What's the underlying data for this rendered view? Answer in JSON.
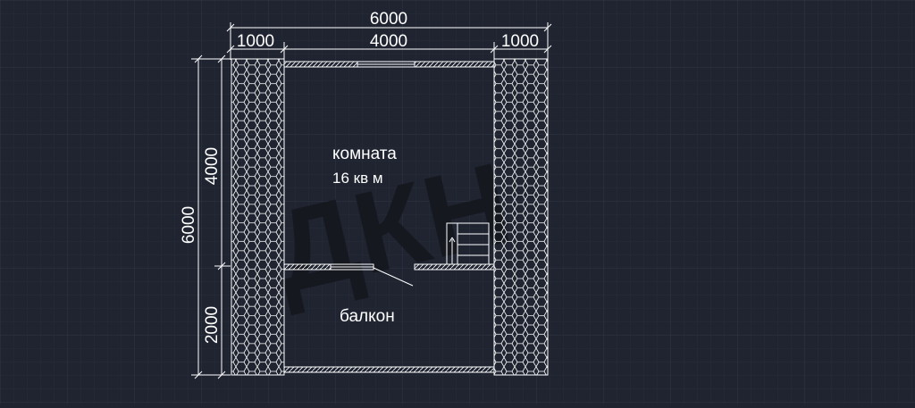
{
  "drawing": {
    "dimensions": {
      "overall_width": "6000",
      "left_zone": "1000",
      "center_zone": "4000",
      "right_zone": "1000",
      "overall_height": "6000",
      "room_depth": "4000",
      "balcony_depth": "2000"
    },
    "labels": {
      "room_name": "комната",
      "room_area": "16 кв м",
      "balcony_name": "балкон"
    },
    "watermark": "ДКН",
    "colors": {
      "background": "#1f2430",
      "grid_minor": "#262c39",
      "grid_major": "#2f3646",
      "lines": "#ffffff",
      "watermark": "#15181f"
    }
  }
}
